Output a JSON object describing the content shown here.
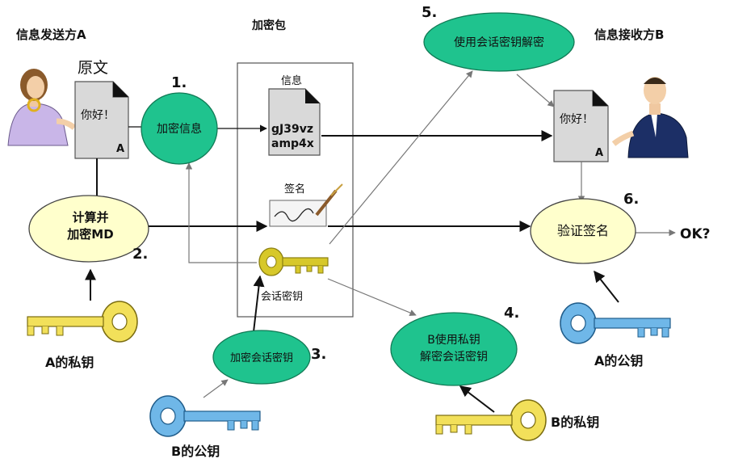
{
  "labels": {
    "sender": "信息发送方A",
    "package": "加密包",
    "receiver": "信息接收方B",
    "original": "原文",
    "doc_text_left": "你好！",
    "doc_tag_left": "A",
    "doc_text_right": "你好！",
    "doc_tag_right": "A",
    "info": "信息",
    "cipher_line1": "gJ39vz",
    "cipher_line2": "amp4x",
    "signature": "签名",
    "session_key": "会话密钥",
    "a_private_key": "A的私钥",
    "b_public_key": "B的公钥",
    "b_private_key": "B的私钥",
    "a_public_key": "A的公钥",
    "ok": "OK?"
  },
  "steps": {
    "s1": {
      "num": "1.",
      "text": "加密信息"
    },
    "s2": {
      "num": "2.",
      "line1": "计算并",
      "line2": "加密MD"
    },
    "s3": {
      "num": "3.",
      "text": "加密会话密钥"
    },
    "s4": {
      "num": "4.",
      "line1": "B使用私钥",
      "line2": "解密会话密钥"
    },
    "s5": {
      "num": "5.",
      "text": "使用会话密钥解密"
    },
    "s6": {
      "num": "6.",
      "text": "验证签名"
    }
  },
  "colors": {
    "green": "#1fc38e",
    "yellow_ellipse": "#ffffcc",
    "key_gold": "#f2e05a",
    "key_blue": "#6fb7e8",
    "doc_gray": "#d9d9d9"
  }
}
